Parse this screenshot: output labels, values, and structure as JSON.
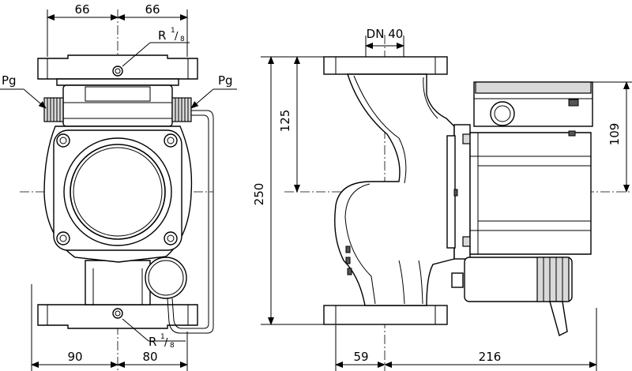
{
  "labels": {
    "dim_left_half": "66",
    "dim_right_half": "66",
    "thread_top": "R",
    "thread_top_frac_num": "1",
    "thread_top_frac_den": "8",
    "pg_left": "Pg",
    "pg_right": "Pg",
    "dim_bottom_left": "90",
    "dim_bottom_right": "80",
    "thread_bottom": "R",
    "thread_bottom_frac_num": "1",
    "thread_bottom_frac_den": "8",
    "dn": "DN 40",
    "dim_height_total": "250",
    "dim_height_half": "125",
    "dim_motor_height": "109",
    "dim_depth_front": "59",
    "dim_depth_total": "216"
  }
}
